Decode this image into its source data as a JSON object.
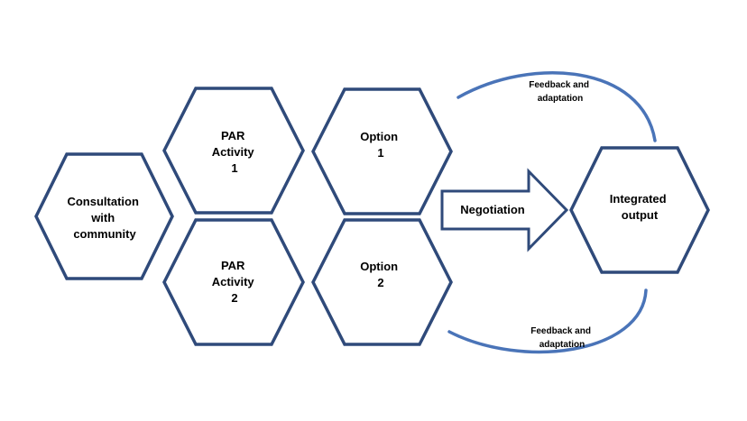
{
  "nodes": {
    "consultation": {
      "lines": [
        "Consultation",
        "with",
        "community"
      ]
    },
    "par1": {
      "lines": [
        "PAR",
        "Activity",
        "1"
      ]
    },
    "par2": {
      "lines": [
        "PAR",
        "Activity",
        "2"
      ]
    },
    "option1": {
      "lines": [
        "Option",
        "1"
      ]
    },
    "option2": {
      "lines": [
        "Option",
        "2"
      ]
    },
    "integrated": {
      "lines": [
        "Integrated",
        "output"
      ]
    }
  },
  "arrow": {
    "label": "Negotiation"
  },
  "feedback_top": {
    "lines": [
      "Feedback and",
      "adaptation"
    ]
  },
  "feedback_bottom": {
    "lines": [
      "Feedback and",
      "adaptation"
    ]
  },
  "colors": {
    "hex_stroke": "#2f4a7a",
    "arc_stroke": "#4a74b8"
  }
}
